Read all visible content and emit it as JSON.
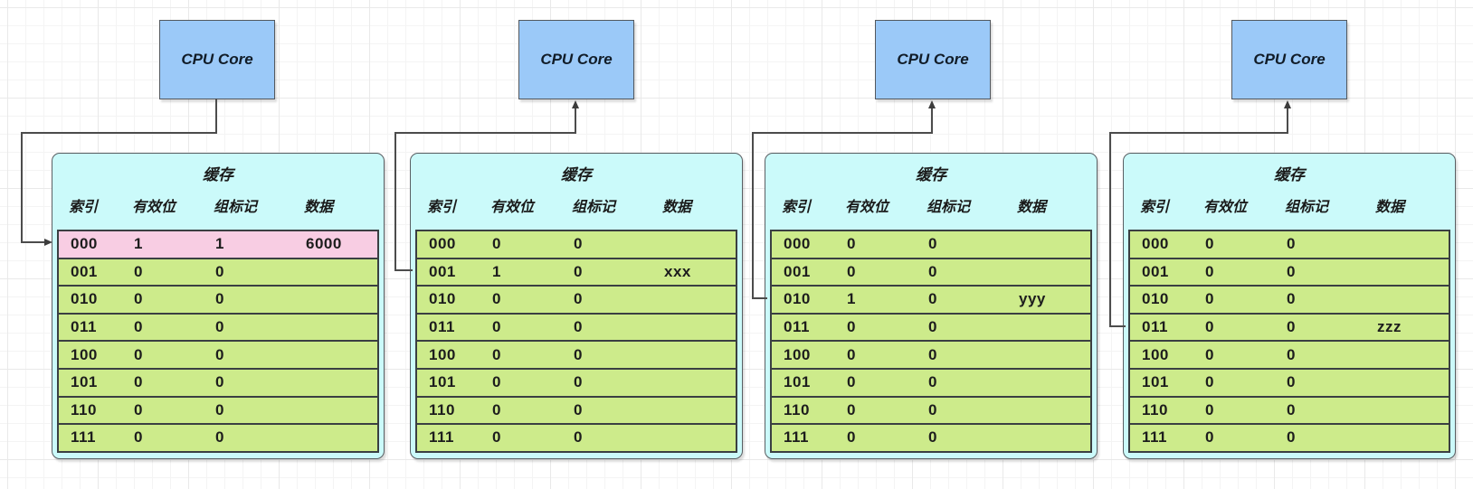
{
  "cpu_cores": [
    {
      "label": "CPU Core"
    },
    {
      "label": "CPU Core"
    },
    {
      "label": "CPU Core"
    },
    {
      "label": "CPU Core"
    }
  ],
  "cache_title": "缓存",
  "columns": [
    "索引",
    "有效位",
    "组标记",
    "数据"
  ],
  "caches": [
    {
      "rows": [
        {
          "index": "000",
          "valid": "1",
          "tag": "1",
          "data": "6000",
          "highlight": true
        },
        {
          "index": "001",
          "valid": "0",
          "tag": "0",
          "data": "",
          "highlight": false
        },
        {
          "index": "010",
          "valid": "0",
          "tag": "0",
          "data": "",
          "highlight": false
        },
        {
          "index": "011",
          "valid": "0",
          "tag": "0",
          "data": "",
          "highlight": false
        },
        {
          "index": "100",
          "valid": "0",
          "tag": "0",
          "data": "",
          "highlight": false
        },
        {
          "index": "101",
          "valid": "0",
          "tag": "0",
          "data": "",
          "highlight": false
        },
        {
          "index": "110",
          "valid": "0",
          "tag": "0",
          "data": "",
          "highlight": false
        },
        {
          "index": "111",
          "valid": "0",
          "tag": "0",
          "data": "",
          "highlight": false
        }
      ]
    },
    {
      "rows": [
        {
          "index": "000",
          "valid": "0",
          "tag": "0",
          "data": "",
          "highlight": false
        },
        {
          "index": "001",
          "valid": "1",
          "tag": "0",
          "data": "xxx",
          "highlight": false
        },
        {
          "index": "010",
          "valid": "0",
          "tag": "0",
          "data": "",
          "highlight": false
        },
        {
          "index": "011",
          "valid": "0",
          "tag": "0",
          "data": "",
          "highlight": false
        },
        {
          "index": "100",
          "valid": "0",
          "tag": "0",
          "data": "",
          "highlight": false
        },
        {
          "index": "101",
          "valid": "0",
          "tag": "0",
          "data": "",
          "highlight": false
        },
        {
          "index": "110",
          "valid": "0",
          "tag": "0",
          "data": "",
          "highlight": false
        },
        {
          "index": "111",
          "valid": "0",
          "tag": "0",
          "data": "",
          "highlight": false
        }
      ]
    },
    {
      "rows": [
        {
          "index": "000",
          "valid": "0",
          "tag": "0",
          "data": "",
          "highlight": false
        },
        {
          "index": "001",
          "valid": "0",
          "tag": "0",
          "data": "",
          "highlight": false
        },
        {
          "index": "010",
          "valid": "1",
          "tag": "0",
          "data": "yyy",
          "highlight": false
        },
        {
          "index": "011",
          "valid": "0",
          "tag": "0",
          "data": "",
          "highlight": false
        },
        {
          "index": "100",
          "valid": "0",
          "tag": "0",
          "data": "",
          "highlight": false
        },
        {
          "index": "101",
          "valid": "0",
          "tag": "0",
          "data": "",
          "highlight": false
        },
        {
          "index": "110",
          "valid": "0",
          "tag": "0",
          "data": "",
          "highlight": false
        },
        {
          "index": "111",
          "valid": "0",
          "tag": "0",
          "data": "",
          "highlight": false
        }
      ]
    },
    {
      "rows": [
        {
          "index": "000",
          "valid": "0",
          "tag": "0",
          "data": "",
          "highlight": false
        },
        {
          "index": "001",
          "valid": "0",
          "tag": "0",
          "data": "",
          "highlight": false
        },
        {
          "index": "010",
          "valid": "0",
          "tag": "0",
          "data": "",
          "highlight": false
        },
        {
          "index": "011",
          "valid": "0",
          "tag": "0",
          "data": "zzz",
          "highlight": false
        },
        {
          "index": "100",
          "valid": "0",
          "tag": "0",
          "data": "",
          "highlight": false
        },
        {
          "index": "101",
          "valid": "0",
          "tag": "0",
          "data": "",
          "highlight": false
        },
        {
          "index": "110",
          "valid": "0",
          "tag": "0",
          "data": "",
          "highlight": false
        },
        {
          "index": "111",
          "valid": "0",
          "tag": "0",
          "data": "",
          "highlight": false
        }
      ]
    }
  ],
  "connectors": [
    {
      "from": "cpu-core-1",
      "to": "cache-1-row-000",
      "arrow_into": "cache-row"
    },
    {
      "from": "cache-2-row-001",
      "to": "cpu-core-2",
      "arrow_into": "cpu"
    },
    {
      "from": "cache-3-row-010",
      "to": "cpu-core-3",
      "arrow_into": "cpu"
    },
    {
      "from": "cache-4-row-011",
      "to": "cpu-core-4",
      "arrow_into": "cpu"
    }
  ],
  "colors": {
    "cpu_fill": "#9bc9f8",
    "cache_fill": "#cbfafa",
    "row_fill": "#cdeb8b",
    "highlight_fill": "#f8cde3",
    "line": "#4c4c4c"
  }
}
